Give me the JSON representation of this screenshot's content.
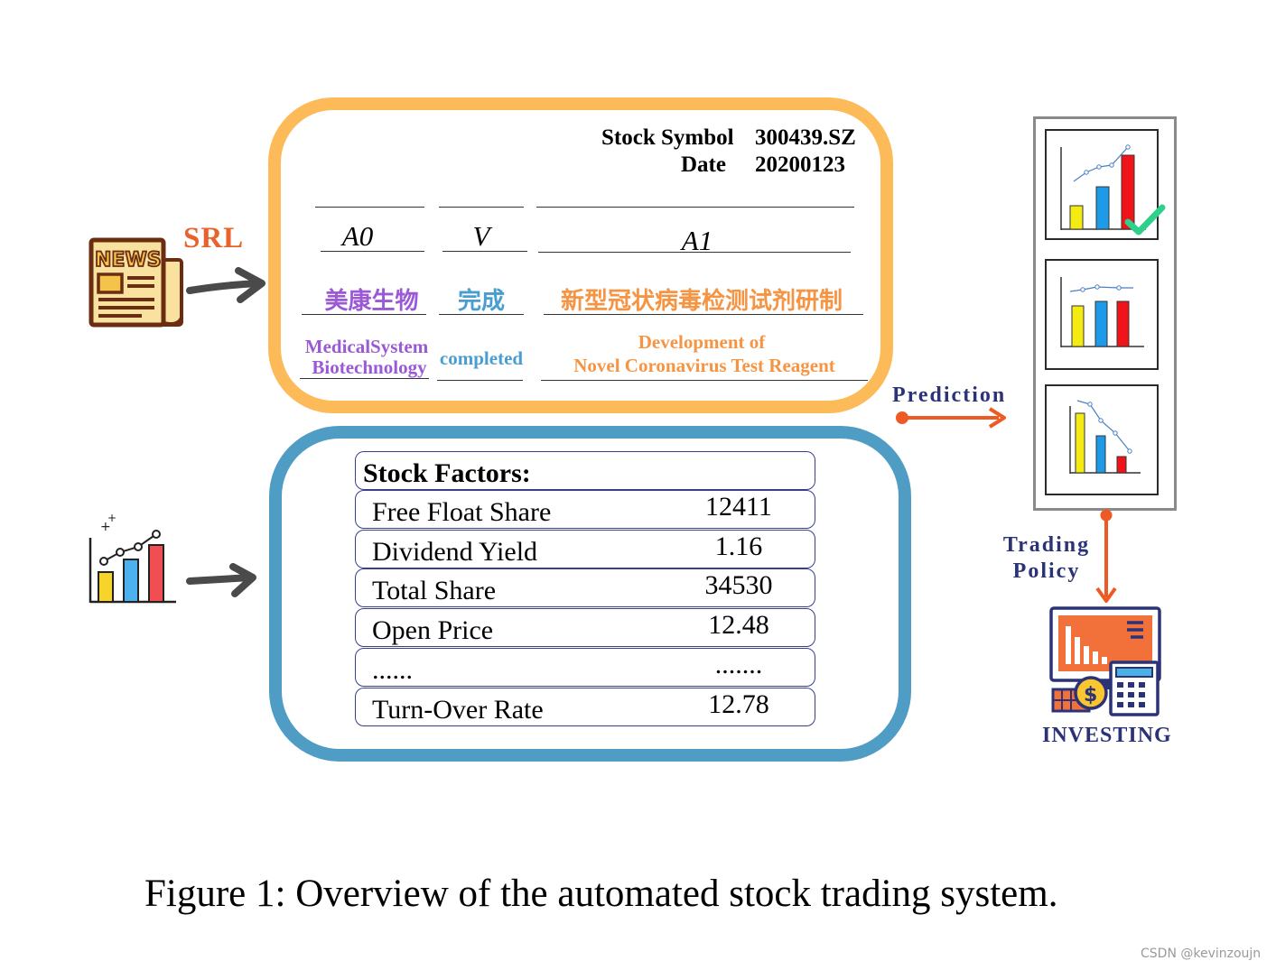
{
  "srl": {
    "label": "SRL",
    "stock_symbol_label": "Stock Symbol",
    "stock_symbol_value": "300439.SZ",
    "date_label": "Date",
    "date_value": "20200123",
    "roles": [
      {
        "role": "A0",
        "zh": "美康生物",
        "en_line1": "MedicalSystem",
        "en_line2": "Biotechnology",
        "color": "#9B59D6"
      },
      {
        "role": "V",
        "zh": "完成",
        "en_line1": "completed",
        "en_line2": "",
        "color": "#4A9DD0"
      },
      {
        "role": "A1",
        "zh": "新型冠状病毒检测试剂研制",
        "en_line1": "Development of",
        "en_line2": "Novel Coronavirus Test Reagent",
        "color": "#F59544"
      }
    ]
  },
  "factors": {
    "header": "Stock Factors:",
    "rows": [
      {
        "name": "Free Float Share",
        "value": "12411"
      },
      {
        "name": "Dividend Yield",
        "value": "1.16"
      },
      {
        "name": "Total Share",
        "value": "34530"
      },
      {
        "name": "Open Price",
        "value": "12.48"
      },
      {
        "name": "......",
        "value": "......."
      },
      {
        "name": "Turn-Over Rate",
        "value": "12.78"
      }
    ]
  },
  "prediction_label": "Prediction",
  "trading_policy_line1": "Trading",
  "trading_policy_line2": "Policy",
  "investing_label": "INVESTING",
  "caption": "Figure 1: Overview of the automated stock trading system.",
  "watermark": "CSDN @kevinzoujn",
  "colors": {
    "srl_frame": "#FDBA59",
    "factor_frame": "#4F9CC5",
    "arrow_orange": "#EE5A24",
    "label_navy": "#2B3276",
    "srl_text": "#E8632B"
  },
  "icons": [
    "news-icon",
    "growth-chart-icon",
    "rising-chart-icon",
    "flat-chart-icon",
    "falling-chart-icon",
    "check-icon",
    "investing-icon"
  ]
}
